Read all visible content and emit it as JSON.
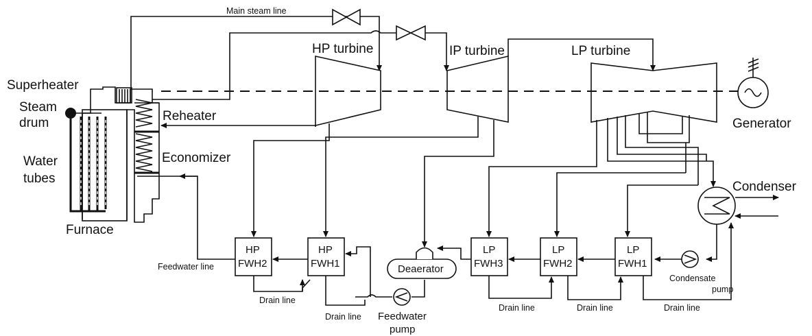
{
  "labels": {
    "main_steam_line": "Main steam line",
    "hp_turbine": "HP turbine",
    "ip_turbine": "IP turbine",
    "lp_turbine": "LP turbine",
    "generator": "Generator",
    "superheater": "Superheater",
    "steam": "Steam",
    "drum": "drum",
    "reheater": "Reheater",
    "economizer": "Economizer",
    "water": "Water",
    "tubes": "tubes",
    "furnace": "Furnace",
    "condenser": "Condenser",
    "feedwater_line": "Feedwater line",
    "drain_line_1": "Drain line",
    "drain_line_2": "Drain line",
    "drain_line_3": "Drain line",
    "drain_line_4": "Drain line",
    "drain_line_5": "Drain line",
    "feedwater": "Feedwater",
    "pump": "pump",
    "condensate": "Condensate",
    "condensate_pump_2": "pump",
    "deaerator": "Deaerator"
  },
  "heaters": {
    "hp2": {
      "l1": "HP",
      "l2": "FWH2"
    },
    "hp1": {
      "l1": "HP",
      "l2": "FWH1"
    },
    "lp3": {
      "l1": "LP",
      "l2": "FWH3"
    },
    "lp2": {
      "l1": "LP",
      "l2": "FWH2"
    },
    "lp1": {
      "l1": "LP",
      "l2": "FWH1"
    }
  },
  "colors": {
    "line": "#111111",
    "background": "#ffffff"
  }
}
